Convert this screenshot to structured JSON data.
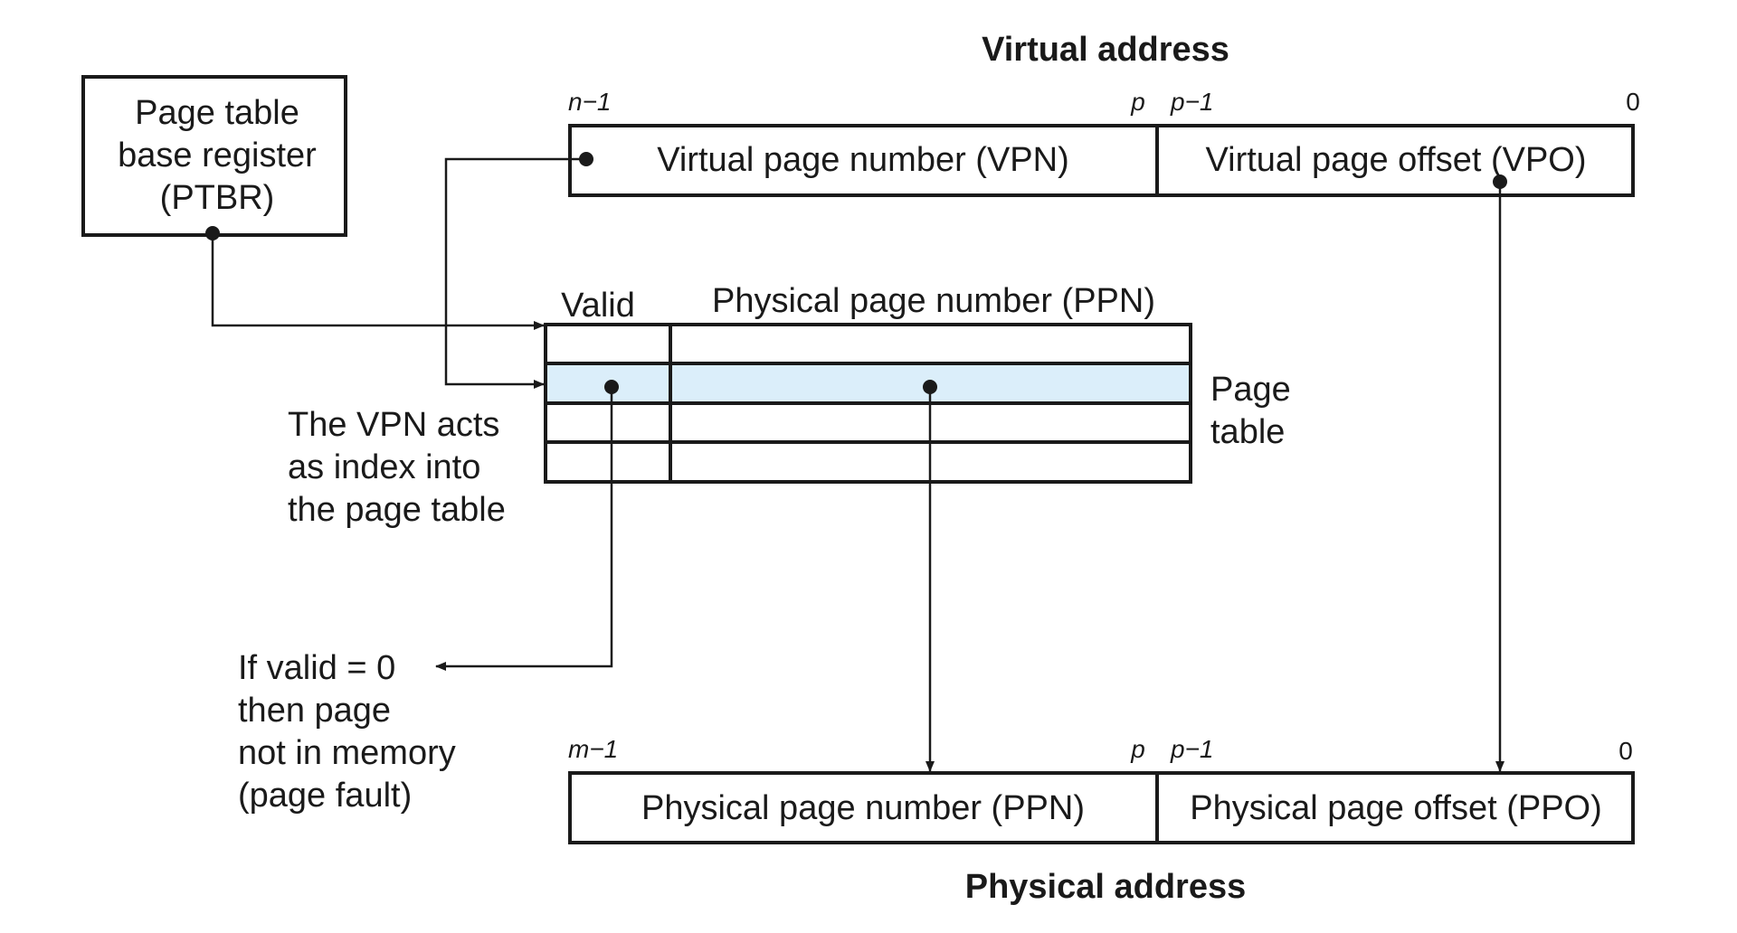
{
  "virtual_address": {
    "title": "Virtual address",
    "bit_labels": {
      "high": "n−1",
      "p": "p",
      "p_minus_1": "p−1",
      "zero": "0"
    },
    "fields": {
      "vpn": "Virtual page number (VPN)",
      "vpo": "Virtual page offset (VPO)"
    }
  },
  "ptbr": {
    "lines": [
      "Page table",
      "base register",
      "(PTBR)"
    ]
  },
  "page_table": {
    "header_valid": "Valid",
    "header_ppn": "Physical page number (PPN)",
    "side_label": [
      "Page",
      "table"
    ],
    "row_count": 4,
    "highlight_row_index": 1,
    "highlight_color": "#dbeefa"
  },
  "notes": {
    "vpn_index": [
      "The VPN acts",
      "as index into",
      "the page table"
    ],
    "valid_zero": [
      "If valid = 0",
      "then page",
      "not in memory",
      "(page fault)"
    ]
  },
  "physical_address": {
    "title": "Physical address",
    "bit_labels": {
      "high": "m−1",
      "p": "p",
      "p_minus_1": "p−1",
      "zero": "0"
    },
    "fields": {
      "ppn": "Physical page number (PPN)",
      "ppo": "Physical page offset (PPO)"
    }
  }
}
